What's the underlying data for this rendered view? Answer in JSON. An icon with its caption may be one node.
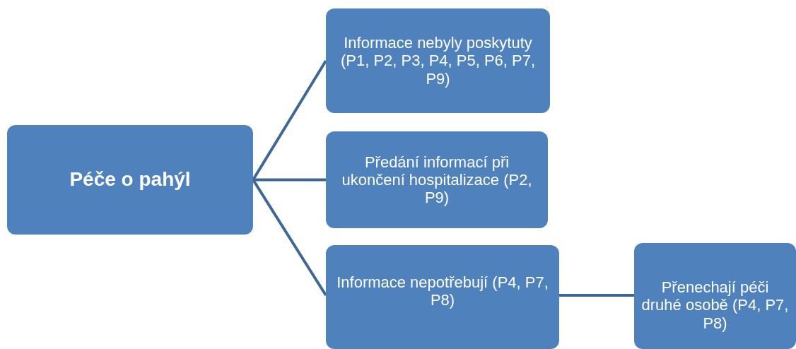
{
  "diagram": {
    "nodes": [
      {
        "text": [
          "Péče o pahýl"
        ]
      },
      {
        "text": [
          "Informace nebyly poskytuty (P1, P2, P3, P4, P5, P6, P7, P9)"
        ]
      },
      {
        "text": [
          "Předání informací při ukončení hospitalizace (P2, P9)"
        ]
      },
      {
        "text": [
          "Informace nepotřebují (P4, P7, P8)"
        ]
      },
      {
        "text": [
          "Přenechají péči druhé osobě (P4, P7, P8)"
        ]
      }
    ],
    "edges": [
      {
        "from": 0,
        "to": 1,
        "arrow": "none"
      },
      {
        "from": 0,
        "to": 2,
        "arrow": "none"
      },
      {
        "from": 0,
        "to": 3,
        "arrow": "none"
      },
      {
        "from": 3,
        "to": 4,
        "arrow": "none"
      }
    ]
  }
}
